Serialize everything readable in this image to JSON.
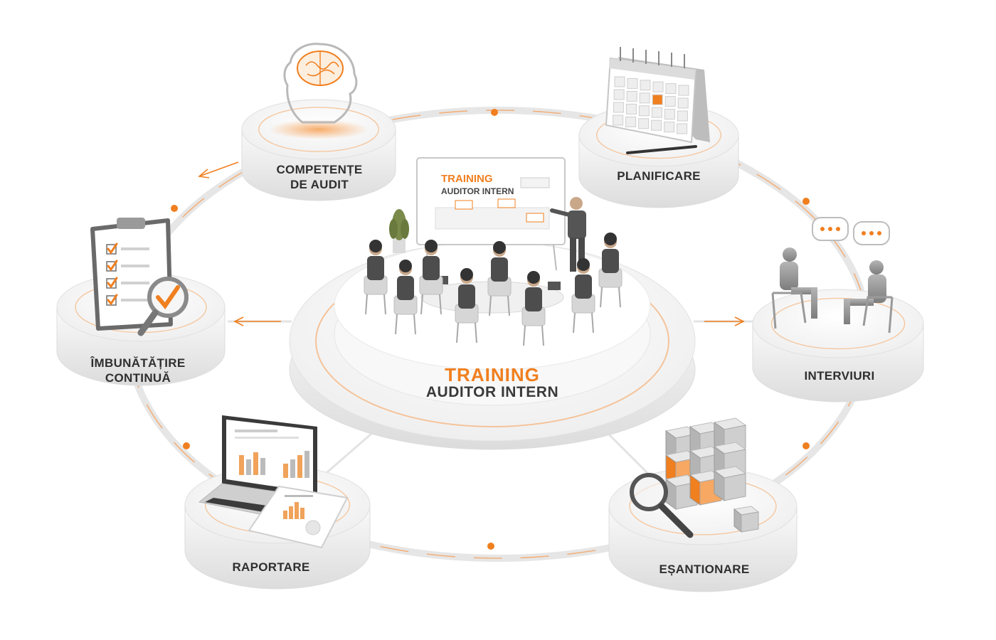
{
  "center": {
    "title_line1": "TRAINING",
    "title_line2": "AUDITOR INTERN",
    "board_line1": "TRAINING",
    "board_line2": "AUDITOR INTERN"
  },
  "nodes": [
    {
      "id": "competente",
      "line1": "COMPETENȚE",
      "line2": "DE AUDIT",
      "icon": "brain-head-icon"
    },
    {
      "id": "planificare",
      "line1": "PLANIFICARE",
      "line2": "",
      "icon": "calendar-icon"
    },
    {
      "id": "interviuri",
      "line1": "INTERVIURI",
      "line2": "",
      "icon": "interview-people-icon"
    },
    {
      "id": "esantionare",
      "line1": "EȘANTIONARE",
      "line2": "",
      "icon": "cubes-magnifier-icon"
    },
    {
      "id": "raportare",
      "line1": "RAPORTARE",
      "line2": "",
      "icon": "laptop-report-icon"
    },
    {
      "id": "imbunatatire",
      "line1": "ÎMBUNĂTĂȚIRE",
      "line2": "CONTINUĂ",
      "icon": "clipboard-check-icon"
    }
  ],
  "colors": {
    "accent": "#f07f1f",
    "text": "#2f2f2f",
    "platform": "#f3f3f3",
    "platform_edge": "#d9d9d9"
  }
}
